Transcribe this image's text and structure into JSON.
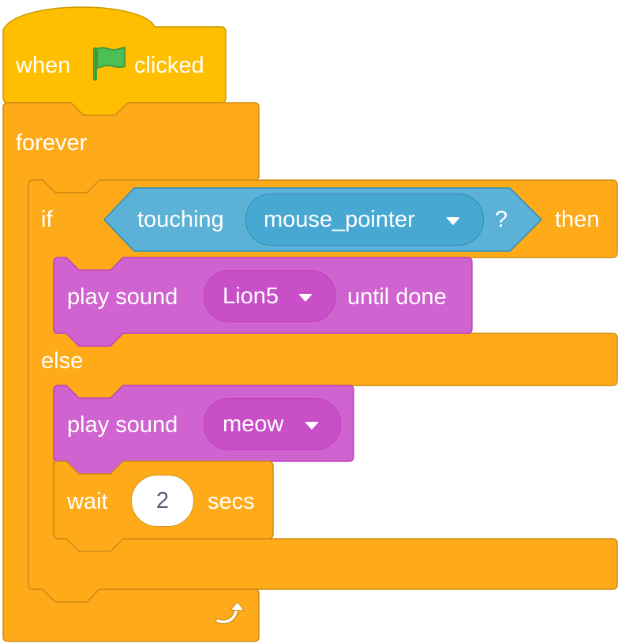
{
  "script": {
    "hat": {
      "word_when": "when",
      "flag_icon": "green-flag-icon",
      "word_clicked": "clicked"
    },
    "forever": {
      "label": "forever",
      "loop_icon": "loop-arrow-icon"
    },
    "if_else": {
      "if_label": "if",
      "condition": {
        "word": "touching",
        "menu_value": "mouse_pointer",
        "question": "?"
      },
      "then_label": "then",
      "else_label": "else"
    },
    "play_until_done": {
      "label": "play sound",
      "sound": "Lion5",
      "suffix": "until done"
    },
    "play_sound": {
      "label": "play sound",
      "sound": "meow"
    },
    "wait": {
      "label": "wait",
      "value": "2",
      "unit": "secs"
    }
  },
  "colors": {
    "events": "#ffbf00",
    "control": "#ffab19",
    "sensing": "#5cb1d6",
    "sensing_menu": "#47a8d1",
    "sound": "#cf63cf",
    "sound_menu": "#c94fc9",
    "flag": "#4cbf56"
  }
}
